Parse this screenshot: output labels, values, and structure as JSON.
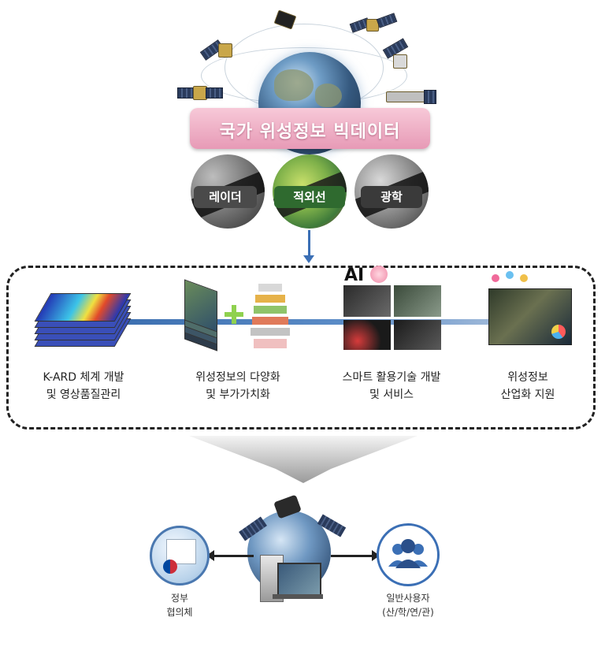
{
  "header": {
    "title": "국가 위성정보 빅데이터"
  },
  "sensors": [
    {
      "label": "레이더",
      "pill_color": "#4a4a4a"
    },
    {
      "label": "적외선",
      "pill_color": "#2f6a2f"
    },
    {
      "label": "광학",
      "pill_color": "#3a3a3a"
    }
  ],
  "process": {
    "ai_badge": "AI",
    "steps": [
      {
        "line1": "K-ARD 체계 개발",
        "line2": "및 영상품질관리"
      },
      {
        "line1": "위성정보의 다양화",
        "line2": "및 부가가치화"
      },
      {
        "line1": "스마트 활용기술 개발",
        "line2": "및 서비스"
      },
      {
        "line1": "위성정보",
        "line2": "산업화 지원"
      }
    ]
  },
  "bottom": {
    "government": {
      "line1": "정부",
      "line2": "협의체"
    },
    "users": {
      "line1": "일반사용자",
      "line2": "(산/학/연/관)"
    }
  },
  "colors": {
    "accent_blue": "#3b6fb5",
    "title_pink": "#e79ab6",
    "plus_green": "#8fd14f"
  }
}
